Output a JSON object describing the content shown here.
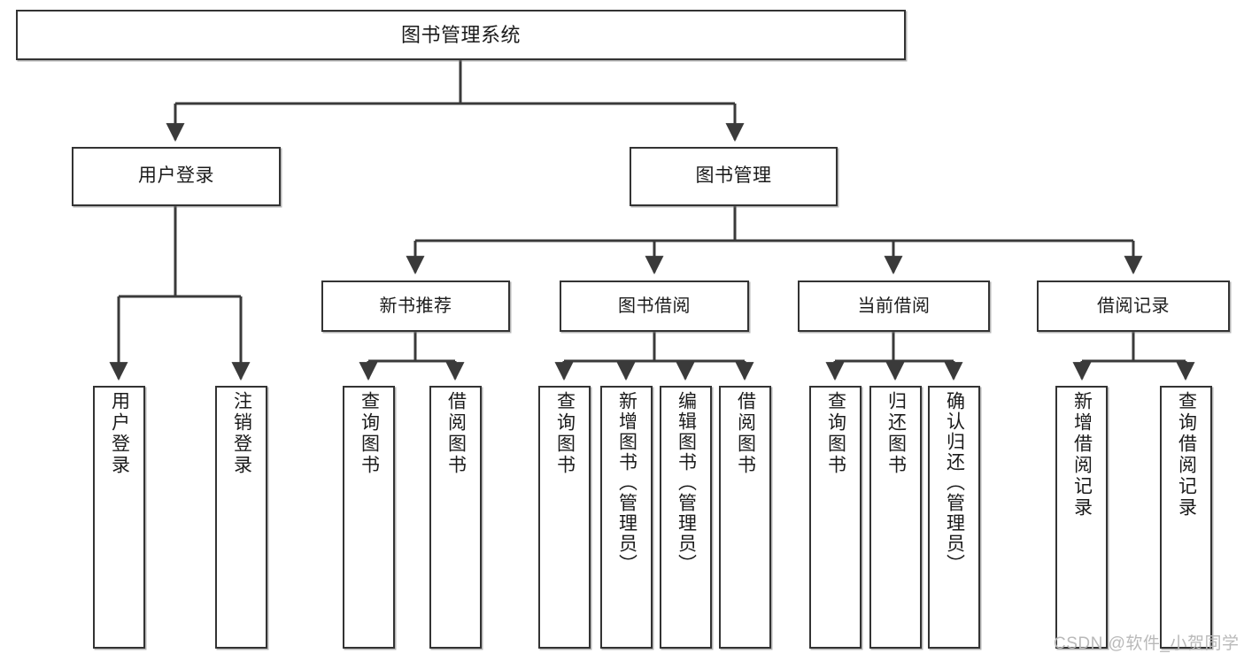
{
  "diagram": {
    "type": "hierarchy-tree",
    "title": "图书管理系统",
    "root": {
      "label": "图书管理系统"
    },
    "level2": [
      {
        "label": "用户登录"
      },
      {
        "label": "图书管理"
      }
    ],
    "level3": [
      {
        "label": "新书推荐"
      },
      {
        "label": "图书借阅"
      },
      {
        "label": "当前借阅"
      },
      {
        "label": "借阅记录"
      }
    ],
    "leaves": {
      "user_login": [
        {
          "label": "用户登录"
        },
        {
          "label": "注销登录"
        }
      ],
      "new_book_recommend": [
        {
          "label": "查询图书"
        },
        {
          "label": "借阅图书"
        }
      ],
      "book_borrow": [
        {
          "label": "查询图书"
        },
        {
          "label": "新增图书（管理员）"
        },
        {
          "label": "编辑图书（管理员）"
        },
        {
          "label": "借阅图书"
        }
      ],
      "current_borrow": [
        {
          "label": "查询图书"
        },
        {
          "label": "归还图书"
        },
        {
          "label": "确认归还（管理员）"
        }
      ],
      "borrow_records": [
        {
          "label": "新增借阅记录"
        },
        {
          "label": "查询借阅记录"
        }
      ]
    },
    "watermark": "CSDN @软件_小贺同学",
    "colors": {
      "box_border": "#333333",
      "box_fill": "#ffffff",
      "connector": "#3a3a3a",
      "text": "#1b1b1b",
      "watermark": "#b9b9b9"
    }
  }
}
